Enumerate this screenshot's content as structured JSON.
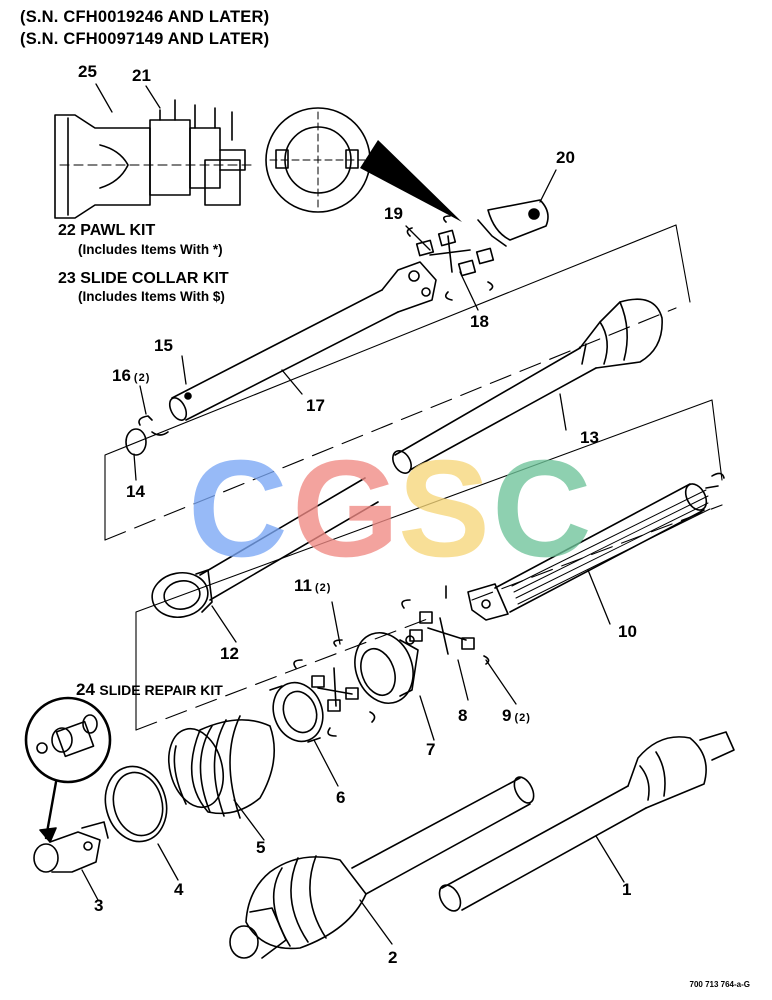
{
  "header": {
    "line1": "(S.N. CFH0019246 AND LATER)",
    "line2": "(S.N. CFH0097149 AND LATER)"
  },
  "kits": {
    "pawl": {
      "number": "22",
      "title": "PAWL KIT",
      "subtitle": "(Includes Items With *)"
    },
    "slide_collar": {
      "number": "23",
      "title": "SLIDE COLLAR KIT",
      "subtitle": "(Includes Items With $)"
    },
    "slide_repair": {
      "number": "24",
      "title": "SLIDE REPAIR KIT"
    }
  },
  "callouts": [
    {
      "id": "c1",
      "label": "1",
      "qty": ""
    },
    {
      "id": "c2",
      "label": "2",
      "qty": ""
    },
    {
      "id": "c3",
      "label": "3",
      "qty": ""
    },
    {
      "id": "c4",
      "label": "4",
      "qty": ""
    },
    {
      "id": "c5",
      "label": "5",
      "qty": ""
    },
    {
      "id": "c6",
      "label": "6",
      "qty": ""
    },
    {
      "id": "c7",
      "label": "7",
      "qty": ""
    },
    {
      "id": "c8",
      "label": "8",
      "qty": ""
    },
    {
      "id": "c9",
      "label": "9",
      "qty": "(2)"
    },
    {
      "id": "c10",
      "label": "10",
      "qty": ""
    },
    {
      "id": "c11",
      "label": "11",
      "qty": "(2)"
    },
    {
      "id": "c12",
      "label": "12",
      "qty": ""
    },
    {
      "id": "c13",
      "label": "13",
      "qty": ""
    },
    {
      "id": "c14",
      "label": "14",
      "qty": ""
    },
    {
      "id": "c15",
      "label": "15",
      "qty": ""
    },
    {
      "id": "c16",
      "label": "16",
      "qty": "(2)"
    },
    {
      "id": "c17",
      "label": "17",
      "qty": ""
    },
    {
      "id": "c18",
      "label": "18",
      "qty": ""
    },
    {
      "id": "c19",
      "label": "19",
      "qty": ""
    },
    {
      "id": "c20",
      "label": "20",
      "qty": ""
    },
    {
      "id": "c21",
      "label": "21",
      "qty": ""
    },
    {
      "id": "c25",
      "label": "25",
      "qty": ""
    }
  ],
  "symbols": {
    "pawl_mark": "*",
    "collar_mark": "$"
  },
  "watermark": {
    "letters": [
      "C",
      "G",
      "S",
      "C"
    ],
    "colors": [
      "#7aa7f5",
      "#f08a84",
      "#f7d77a",
      "#6fc49a"
    ]
  },
  "drawing_number": "700 713 764-a-G"
}
